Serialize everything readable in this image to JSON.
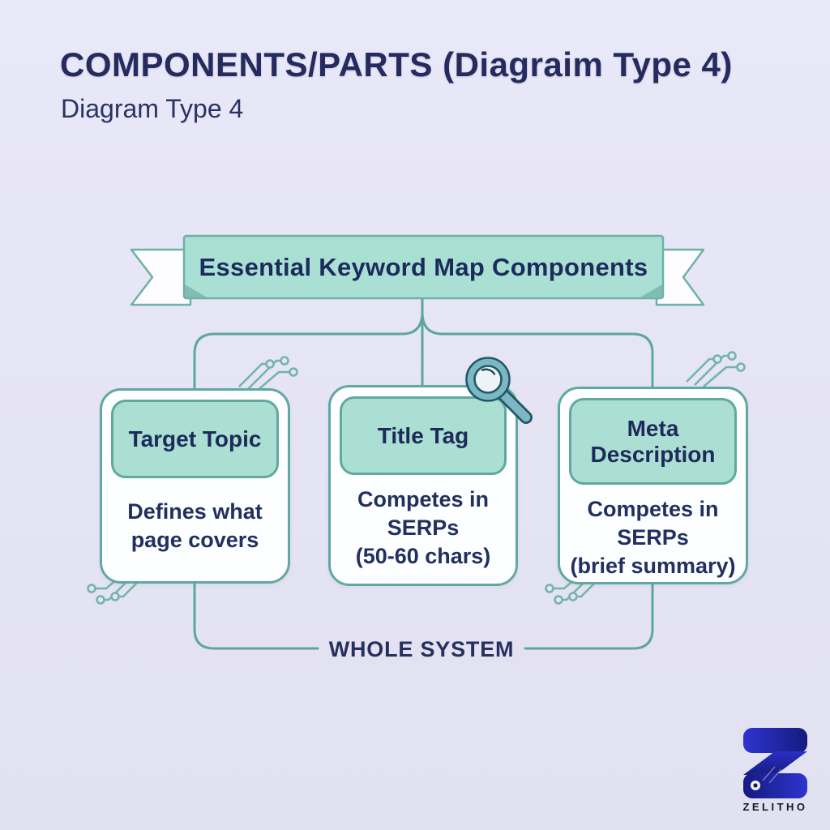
{
  "header": {
    "title": "COMPONENTS/PARTS (Diagraim Type 4)",
    "subtitle": "Diagram Type 4"
  },
  "banner": {
    "label": "Essential Keyword Map Components"
  },
  "components": [
    {
      "name": "Target Topic",
      "description_lines": [
        "Defines what",
        "page covers"
      ]
    },
    {
      "name": "Title Tag",
      "description_lines": [
        "Competes in",
        "SERPs",
        "(50-60 chars)"
      ]
    },
    {
      "name": "Meta Description",
      "description_lines": [
        "Competes in",
        "SERPs",
        "(brief summary)"
      ]
    }
  ],
  "footer": {
    "system_label": "WHOLE SYSTEM"
  },
  "brand": {
    "logo_letter": "Z",
    "name": "ZELITHO"
  },
  "icons": {
    "magnifier": "magnifying-glass-icon",
    "circuit": "circuit-trace-decoration",
    "ribbon": "ribbon-banner"
  },
  "colors": {
    "background": "#e6e5f5",
    "mint_fill": "#abdfd3",
    "teal_border": "#60a8a0",
    "navy_text": "#222d5e",
    "magnifier_teal": "#7db7c4",
    "magnifier_outline": "#1d5a66",
    "logo_blue": "#2e34d0",
    "logo_navy": "#151b7e"
  }
}
